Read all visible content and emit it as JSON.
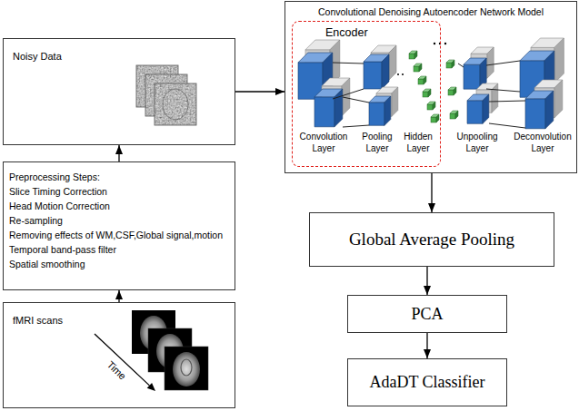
{
  "diagram": {
    "nodes": [
      {
        "text": [
          "fMRI scans"
        ]
      },
      {
        "text": [
          "Preprocessing Steps:",
          "Slice Timing Correction",
          "Head Motion Correction",
          "Re-sampling",
          "Removing effects of WM,CSF,Global signal,motion",
          "Temporal band-pass filter",
          "Spatial smoothing"
        ]
      },
      {
        "text": [
          "Noisy Data"
        ]
      },
      {
        "text": [
          "Convolutional Denoising Autoencoder Network Model"
        ]
      },
      {
        "text": [
          "Encoder"
        ],
        "in": 3
      },
      {
        "text": [
          "Global Average Pooling"
        ]
      },
      {
        "text": [
          "PCA"
        ]
      },
      {
        "text": [
          "AdaDT Classifier"
        ]
      }
    ],
    "edges": [
      {
        "from": 0,
        "to": 1,
        "arrow": "to"
      },
      {
        "from": 1,
        "to": 2,
        "arrow": "to"
      },
      {
        "from": 2,
        "to": 3,
        "arrow": "to"
      },
      {
        "from": 3,
        "to": 5,
        "arrow": "to"
      },
      {
        "from": 5,
        "to": 6,
        "arrow": "to"
      },
      {
        "from": 6,
        "to": 7,
        "arrow": "to"
      }
    ],
    "labels": [
      "Time",
      "Convolution Layer",
      "Pooling Layer",
      "Hidden Layer",
      "Unpooling Layer",
      "Deconvolution Layer"
    ]
  }
}
